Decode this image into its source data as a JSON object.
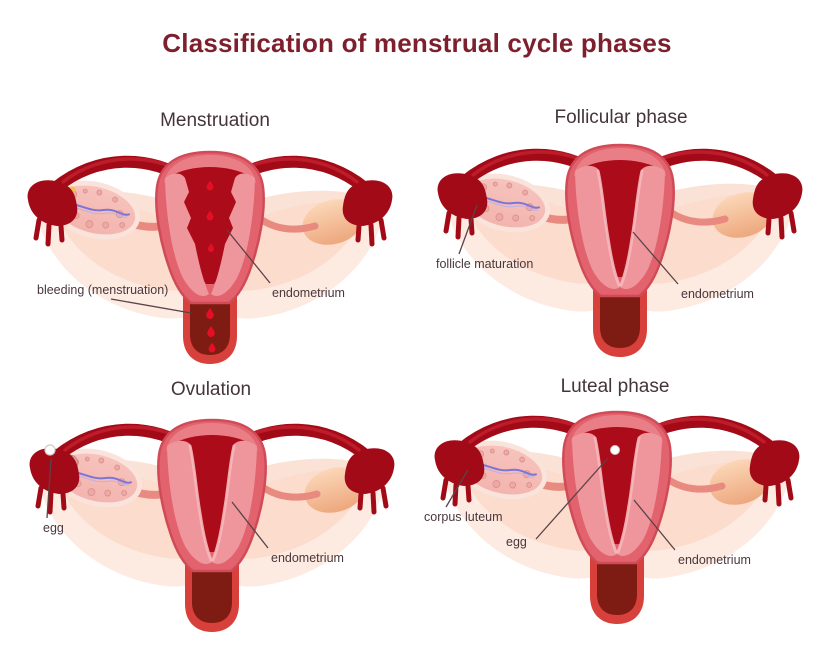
{
  "title": "Classification of menstrual cycle phases",
  "panels": [
    {
      "id": "menstruation",
      "title": "Menstruation",
      "labels": [
        {
          "text": "bleeding (menstruation)"
        },
        {
          "text": "endometrium"
        }
      ],
      "features": {
        "bleeding_drops": true,
        "yellow_spot": true
      }
    },
    {
      "id": "follicular-phase",
      "title": "Follicular phase",
      "labels": [
        {
          "text": "follicle maturation"
        },
        {
          "text": "endometrium"
        }
      ],
      "features": {
        "maturing_follicle": true
      }
    },
    {
      "id": "ovulation",
      "title": "Ovulation",
      "labels": [
        {
          "text": "egg"
        },
        {
          "text": "endometrium"
        }
      ],
      "features": {
        "released_egg": true,
        "ruptured_follicle": true
      }
    },
    {
      "id": "luteal-phase",
      "title": "Luteal phase",
      "labels": [
        {
          "text": "corpus luteum"
        },
        {
          "text": "egg"
        },
        {
          "text": "endometrium"
        }
      ],
      "features": {
        "corpus_luteum": true,
        "egg_in_uterus": true
      }
    }
  ],
  "palette": {
    "background": "#ffffff",
    "main_title": "#7d1f2d",
    "phase_title": "#443539",
    "label_text": "#4a373c",
    "leader_line": "#5a4347",
    "tube_red": "#a30a17",
    "tube_highlight": "#c2202e",
    "wing_light": "#fdeae1",
    "wing_mid": "#f9d5c5",
    "ligament": "#e98a81",
    "body_rose": "#e2636e",
    "body_rim": "#d04b57",
    "fundus_light": "#ea7e86",
    "cavity_red": "#ac0b19",
    "endometrium_pink": "#ef959c",
    "endometrium_highlight": "#f6b9bd",
    "canal_wall": "#d8413b",
    "canal_interior": "#7e1b12",
    "blood": "#e40f26",
    "ovary_capsule": "#fae3da",
    "ovary_fill": "#f3b4ae",
    "ovary_fill_light": "#f7c3bd",
    "follicle": "#edaaa4",
    "follicle_stroke": "#d98f8a",
    "vessel_blue": "#7d74d6",
    "vessel_blue_light": "#b9b2ec",
    "right_ovary_light": "#fbd7b8",
    "right_ovary_dark": "#eda77d",
    "corpus_luteum_outer": "#f9e6a8",
    "corpus_luteum_mid": "#f3c84e",
    "corpus_luteum_core": "#e09f3a",
    "egg_white": "#ffffff",
    "egg_stroke": "#d9c7c7",
    "yellow_spot": "#f0c04c"
  }
}
